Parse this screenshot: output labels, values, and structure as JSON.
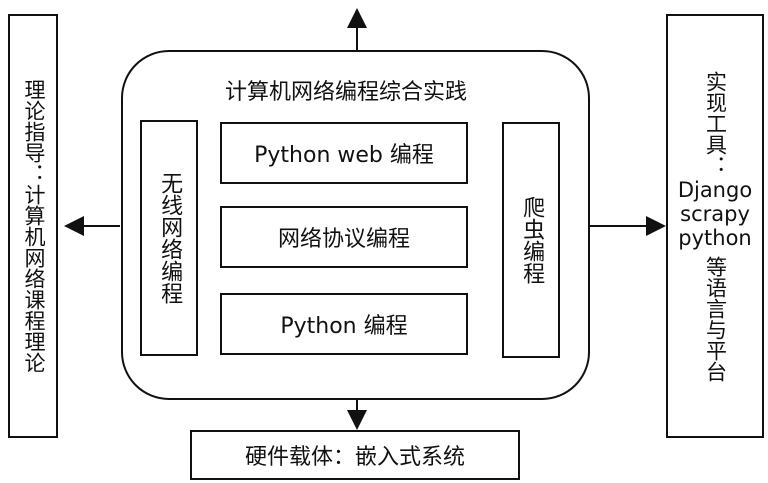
{
  "left_box": {
    "text": "理论指导：计算机网络课程理论"
  },
  "right_box": {
    "line1": "实现工具：",
    "tools": [
      "Django",
      "scrapy",
      "python"
    ],
    "line2": "等语言与平台"
  },
  "main": {
    "title": "计算机网络编程综合实践",
    "left_panel": "无线网络编程",
    "right_panel": "爬虫编程",
    "middle": [
      "Python web 编程",
      "网络协议编程",
      "Python 编程"
    ]
  },
  "bottom_box": {
    "text": "硬件载体：嵌入式系统"
  }
}
